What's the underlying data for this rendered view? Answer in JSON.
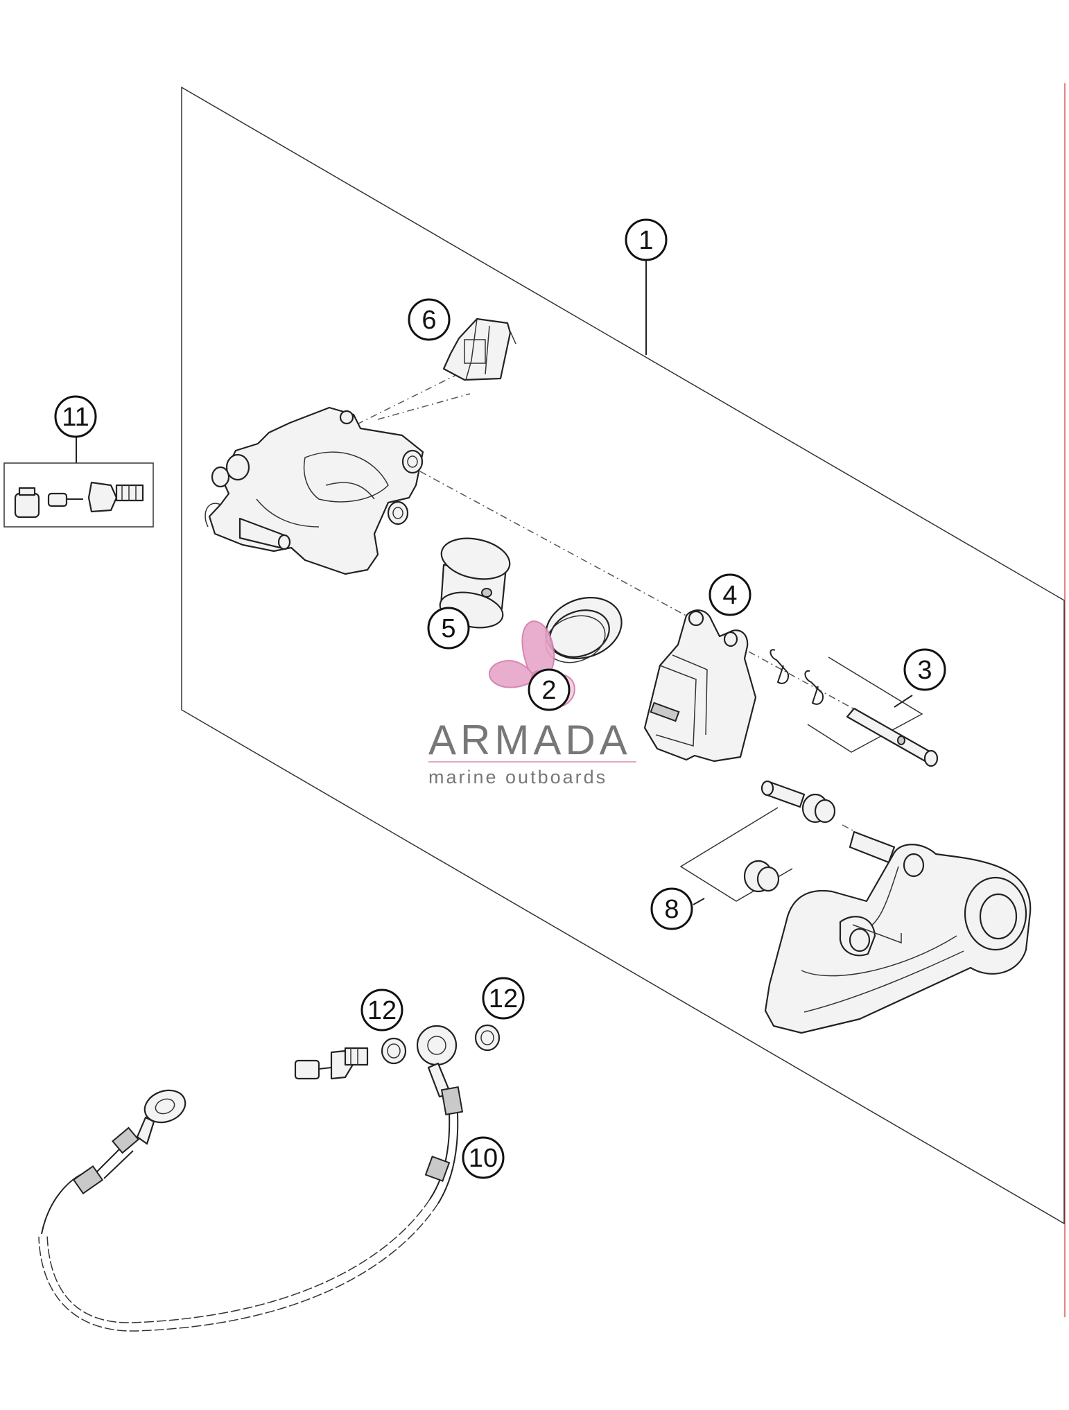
{
  "callouts": {
    "c1": "1",
    "c2": "2",
    "c3": "3",
    "c4": "4",
    "c5": "5",
    "c6": "6",
    "c8": "8",
    "c10": "10",
    "c11": "11",
    "c12a": "12",
    "c12b": "12"
  },
  "watermark": {
    "name": "ARMADA",
    "tagline": "marine outboards"
  },
  "colors": {
    "line": "#222222",
    "watermark_text": "#777777",
    "watermark_accent": "#e7a6c8",
    "edge_line": "#e05a5a"
  }
}
